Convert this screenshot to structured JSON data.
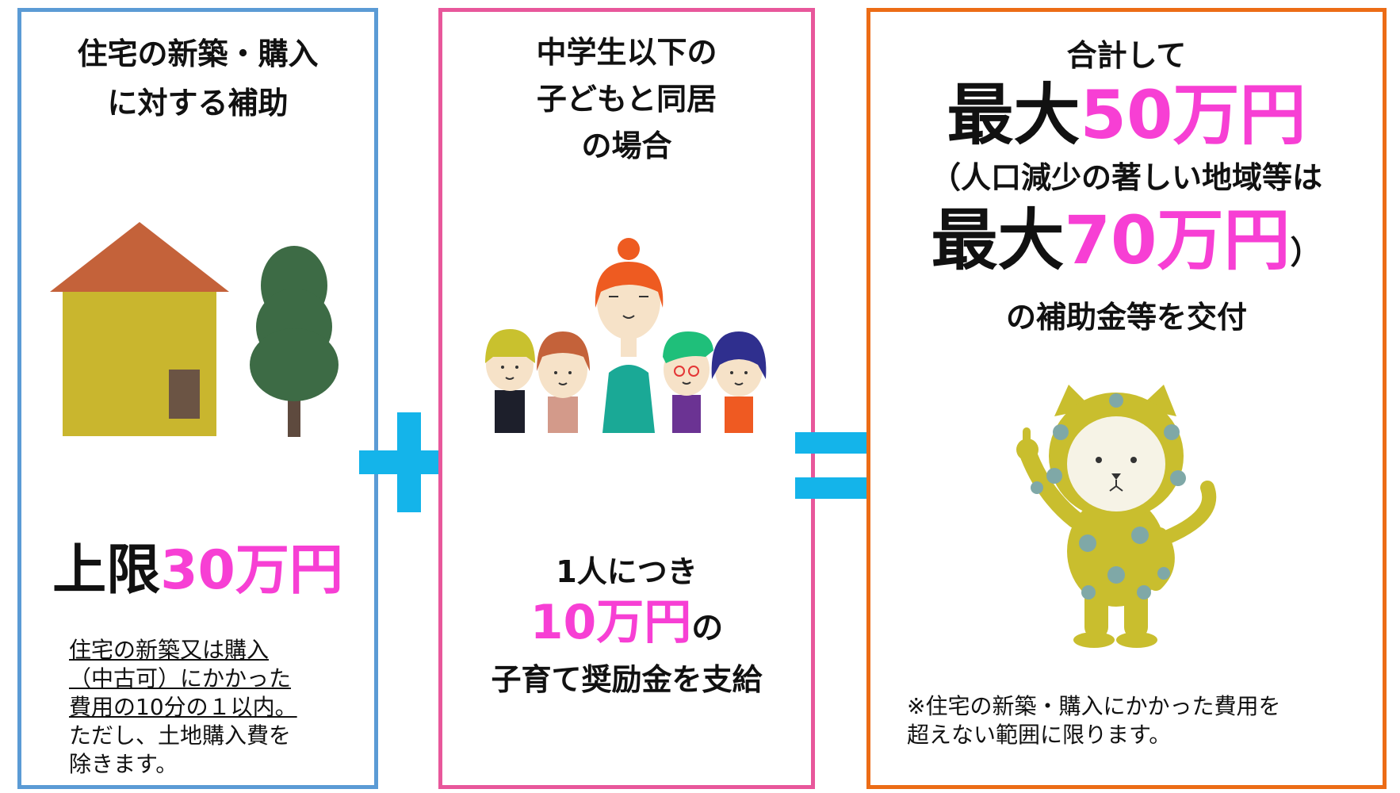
{
  "left": {
    "title_line1": "住宅の新築・購入",
    "title_line2": "に対する補助",
    "amount_prefix": "上限",
    "amount_value": "30万円",
    "note_line1": "住宅の新築又は購入",
    "note_line2": "（中古可）にかかった",
    "note_line3": "費用の10分の１以内。",
    "note_line4": "ただし、土地購入費を",
    "note_line5": "除きます。"
  },
  "middle": {
    "title_line1": "中学生以下の",
    "title_line2": "子どもと同居",
    "title_line3": "の場合",
    "per_person": "1人につき",
    "amount_value": "10万円",
    "amount_suffix": "の",
    "grant_text": "子育て奨励金を支給"
  },
  "right": {
    "line1": "合計して",
    "max_prefix": "最大",
    "max_value": "50万円",
    "sub_line": "（人口減少の著しい地域等は",
    "max2_prefix": "最大",
    "max2_value": "70万円",
    "max2_suffix": "）",
    "line5": "の補助金等を交付",
    "note_line1": "※住宅の新築・購入にかかった費用を",
    "note_line2": "超えない範囲に限ります。"
  },
  "colors": {
    "left_border": "#5b9bd5",
    "middle_border": "#e8579b",
    "right_border": "#ec6c16",
    "highlight": "#f73fd4",
    "operator": "#14b4ea"
  },
  "icons": {
    "house": "house-icon",
    "tree": "tree-icon",
    "family": "family-icon",
    "mascot": "leopard-mascot-icon",
    "plus": "plus-icon",
    "equals": "equals-icon"
  }
}
